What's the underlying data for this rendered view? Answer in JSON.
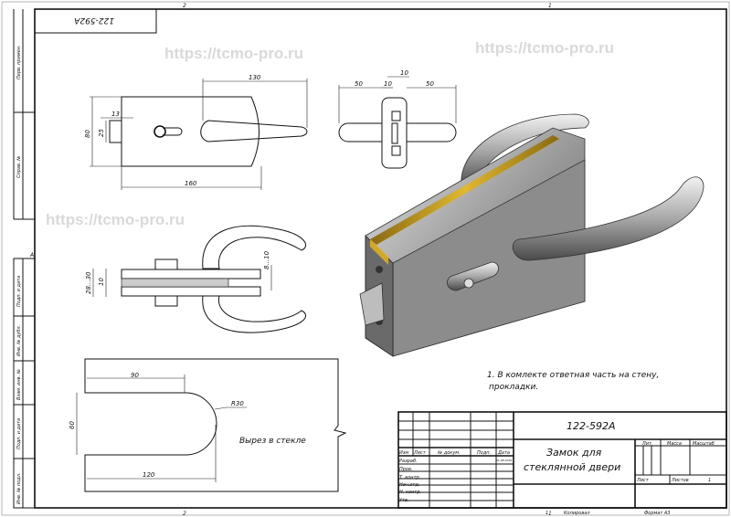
{
  "watermark": "https://tcmo-pro.ru",
  "zone_markers": {
    "top_left": "2",
    "top_right": "1",
    "bottom_left": "2",
    "bottom_right": "1",
    "left_row": "A"
  },
  "stamp_code_rotated": "122-592A",
  "side_strip": {
    "top": [
      "Перв. примен.",
      "Справ. №"
    ],
    "bottom": [
      "Подп. и дата",
      "Инв. № дубл.",
      "Взам. инв. №",
      "Подп. и дата",
      "Инв. № подл."
    ]
  },
  "front_view": {
    "dim_width_total": "160",
    "dim_handle": "130",
    "dim_height": "80",
    "dim_strike_h": "25",
    "dim_strike_w": "13"
  },
  "side_view": {
    "dim_left": "50",
    "dim_mid1": "10",
    "dim_mid2": "10",
    "dim_right": "50"
  },
  "top_view": {
    "dim_total": "28...30",
    "dim_glass": "10",
    "dim_gap": "8...10"
  },
  "cutout": {
    "dim_depth": "90",
    "dim_total": "120",
    "dim_height": "60",
    "dim_radius": "R30",
    "label": "Вырез в стекле"
  },
  "note": {
    "line1": "1. В комлекте ответная часть на стену,",
    "line2": "прокладки."
  },
  "title_block": {
    "designation": "122-592A",
    "name_line1": "Замок для",
    "name_line2": "стеклянной двери",
    "headers": [
      "Изм",
      "Лист",
      "№ докум.",
      "Подп.",
      "Дата"
    ],
    "date": "01.08.2019",
    "roles": [
      "Разраб.",
      "Пров.",
      "Т. контр.",
      "Нач.отд.",
      "Н. контр.",
      "Утв."
    ],
    "lit_label": "Лит.",
    "mass_label": "Масса",
    "scale_label": "Масштаб",
    "sheet_label": "Лист",
    "sheets_label": "Листов",
    "sheets_value": "1",
    "copied_num": "1",
    "copied_label": "Копировал",
    "format_label": "Формат А3"
  }
}
